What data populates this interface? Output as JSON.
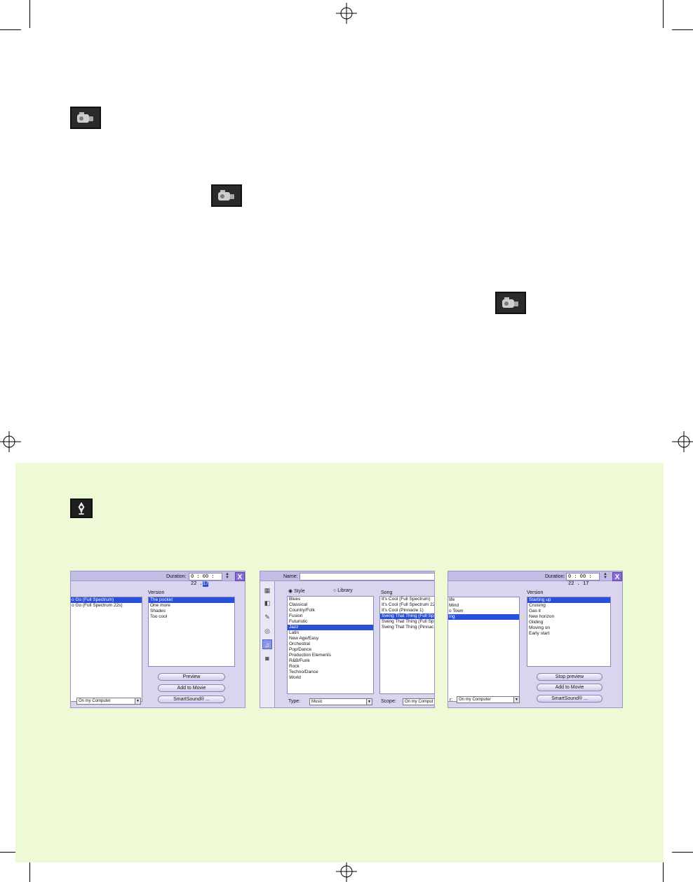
{
  "icons": {
    "camera": "camcorder-icon",
    "pen": "fountain-pen-icon"
  },
  "colors": {
    "tip_panel": "#eefad5",
    "selection": "#2a4fd8",
    "window": "#d9d5ee"
  },
  "shot1": {
    "duration_label": "Duration:",
    "duration_prefix": "0 : 00 : 22 .",
    "duration_selected": "17",
    "close_label": "X",
    "version_header": "Version",
    "songs": [
      "o Go (Full Spectrum)",
      "o Go (Full Spectrum 22s)"
    ],
    "versions": [
      "The pocket",
      "One more",
      "Shades",
      "Too cool"
    ],
    "preview_label": "Preview",
    "add_label": "Add to Movie",
    "smartsound_label": "SmartSound® ...",
    "scope_value": "On my Computer"
  },
  "shot2": {
    "name_label": "Name:",
    "style_label": "Style",
    "library_label": "Library",
    "song_header": "Song",
    "styles": [
      "Blues",
      "Classical",
      "Country/Folk",
      "Fusion",
      "Futuristic",
      "Jazz",
      "Latin",
      "New Age/Easy",
      "Orchestral",
      "Pop/Dance",
      "Production Elements",
      "R&B/Funk",
      "Rock",
      "Techno/Dance",
      "World"
    ],
    "songs": [
      "It's Cool (Full Spectrum)",
      "It's Cool (Full Spectrum 22",
      "It's Cool (Pinnacle 1)",
      "Swing That Thing (Full Sp",
      "Swing That Thing (Full Sp",
      "Swing That Thing (Pinnac"
    ],
    "type_label": "Type:",
    "type_value": "Music",
    "scope_label": "Scope:",
    "scope_value": "On my Comput"
  },
  "shot3": {
    "duration_label": "Duration:",
    "duration_value": "0 : 00 : 22 . 17",
    "close_label": "X",
    "version_header": "Version",
    "songs": [
      "life",
      "Mind",
      "o Town",
      "ing"
    ],
    "versions": [
      "Starting up",
      "Cruising",
      "Gas it",
      "New horizon",
      "Gliding",
      "Moving on",
      "Early start"
    ],
    "stop_preview_label": "Stop preview",
    "add_label": "Add to Movie",
    "smartsound_label": "SmartSound® ...",
    "scope_prefix": "r:",
    "scope_value": "On my Computer"
  }
}
